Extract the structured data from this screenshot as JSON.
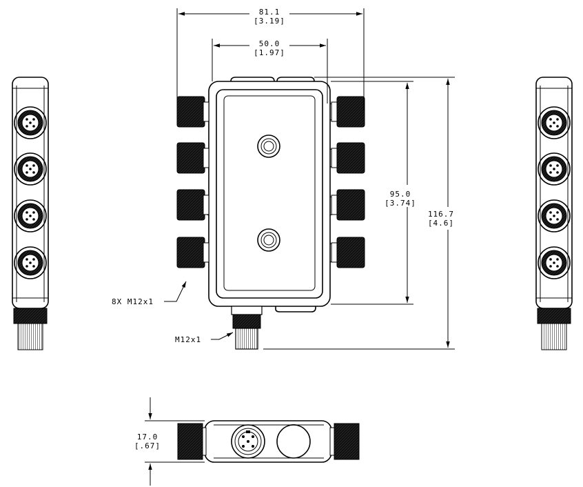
{
  "dimensions": {
    "overall_width": {
      "value": "81.1",
      "inch": "[3.19]"
    },
    "port_spacing": {
      "value": "50.0",
      "inch": "[1.97]"
    },
    "body_height": {
      "value": "95.0",
      "inch": "[3.74]"
    },
    "overall_height": {
      "value": "116.7",
      "inch": "[4.6]"
    },
    "thickness": {
      "value": "17.0",
      "inch": "[.67]"
    }
  },
  "callouts": {
    "ports": "8X M12x1",
    "homerun": "M12x1"
  },
  "colors": {
    "line": "#000000",
    "connector": "#0c0c0c",
    "background": "#ffffff"
  }
}
